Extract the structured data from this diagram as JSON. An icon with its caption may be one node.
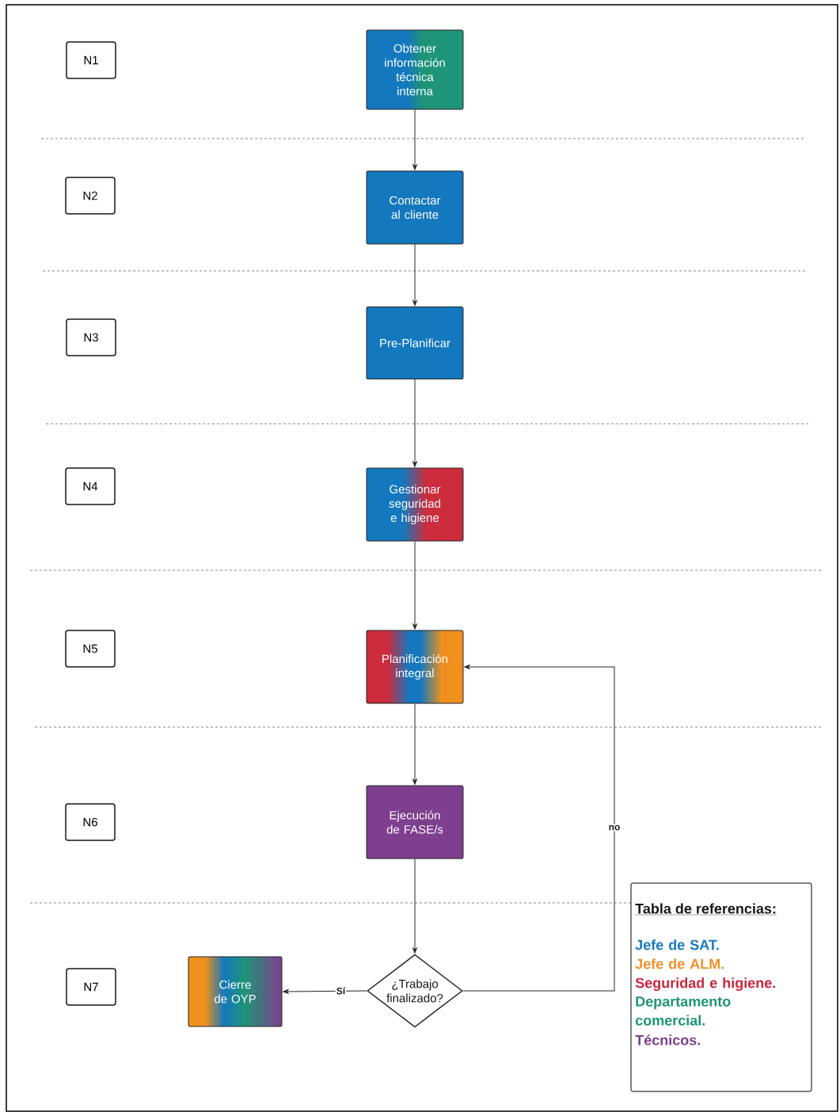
{
  "diagram": {
    "nodes": [
      {
        "text": [
          "N1"
        ]
      },
      {
        "text": [
          "Obtener información técnica interna"
        ]
      },
      {
        "text": [
          "N2"
        ]
      },
      {
        "text": [
          "Contactar al cliente"
        ]
      },
      {
        "text": [
          "N3"
        ]
      },
      {
        "text": [
          "Pre-Planificar"
        ]
      },
      {
        "text": [
          "N4"
        ]
      },
      {
        "text": [
          "Gestionar seguridad e higiene"
        ]
      },
      {
        "text": [
          "N5"
        ]
      },
      {
        "text": [
          "Planificación integral"
        ]
      },
      {
        "text": [
          "N6"
        ]
      },
      {
        "text": [
          "Ejecución de FASE/s"
        ]
      },
      {
        "text": [
          "N7"
        ]
      },
      {
        "text": [
          "Cierre de OYP"
        ]
      },
      {
        "text": [
          "¿Trabajo finalizado?"
        ]
      }
    ],
    "edges": [
      {
        "from": 1,
        "to": 3,
        "arrow": "to"
      },
      {
        "from": 3,
        "to": 5,
        "arrow": "to"
      },
      {
        "from": 5,
        "to": 7,
        "arrow": "to"
      },
      {
        "from": 7,
        "to": 9,
        "arrow": "to"
      },
      {
        "from": 9,
        "to": 11,
        "arrow": "to"
      },
      {
        "from": 11,
        "to": 14,
        "arrow": "to"
      },
      {
        "from": 14,
        "to": 13,
        "arrow": "to",
        "label": "Sí"
      },
      {
        "from": 14,
        "to": 9,
        "arrow": "to",
        "label": "no"
      }
    ],
    "labels": [
      "Tabla de referencias:"
    ],
    "legend": [
      {
        "text": "Jefe de SAT.",
        "color": "#1a7abf"
      },
      {
        "text": "Jefe de ALM.",
        "color": "#ee9128"
      },
      {
        "text": "Seguridad e higiene.",
        "color": "#c9283e"
      },
      {
        "text": "Departamento comercial.",
        "color": "#1f9478"
      },
      {
        "text": "Técnicos.",
        "color": "#7c3f8c"
      }
    ]
  }
}
